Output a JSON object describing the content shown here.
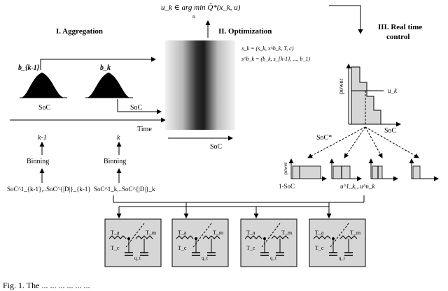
{
  "formula": {
    "main": "u_k ∈ arg min Q̂*(x_k, u)",
    "argmin_sub": "u",
    "x_state": "x_k = (s_k, x^b_k, T, c)",
    "s_state": "s^b_k = (b_k, s_{k-1}, ..., b_1)"
  },
  "sections": {
    "aggregation": "I. Aggregation",
    "optimization": "II. Optimization",
    "realtime_line1": "III. Real time",
    "realtime_line2": "control"
  },
  "aggregation": {
    "b_prev": "b_{k-1}",
    "b_curr": "b_k",
    "soc1": "SoC",
    "soc2": "SoC",
    "time": "Time",
    "k_prev": "k-1",
    "k_curr": "k",
    "binning1": "Binning",
    "binning2": "Binning",
    "soc_list1": "SoC^1_{k-1},..SoC^{|D|}_{k-1}",
    "soc_list2": "SoC^1_k,..SoC^{|D|}_k"
  },
  "optimization": {
    "soc_axis": "SoC"
  },
  "realtime": {
    "power": "power",
    "soc": "SoC",
    "u_k": "u_k",
    "soc_star": "SoC*",
    "power_small": "power",
    "one_minus_soc": "1-SoC",
    "u_range": "u^1_k,..u^n_k"
  },
  "devices": {
    "count": 4,
    "labels": {
      "ta": "T_a",
      "tm": "T_m",
      "tc": "T_c",
      "qt": "q_t"
    }
  },
  "caption_fragment": "Fig. 1.  The ... ... ... ... ... ..."
}
